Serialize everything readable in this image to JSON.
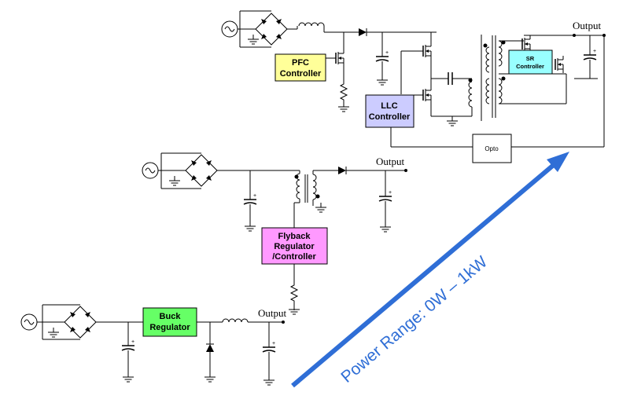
{
  "colors": {
    "pfc": "#ffff99",
    "llc": "#ccccff",
    "sr": "#99ffff",
    "flyback": "#ff99ff",
    "buck": "#66ff66",
    "arrow": "#2f6ed6"
  },
  "icons": [
    "ac-source-icon",
    "bridge-rectifier-icon",
    "inductor-icon",
    "diode-icon",
    "capacitor-icon",
    "mosfet-icon",
    "transformer-icon",
    "ground-icon",
    "resistor-icon"
  ],
  "llc_stage": {
    "pfc_line1": "PFC",
    "pfc_line2": "Controller",
    "llc_line1": "LLC",
    "llc_line2": "Controller",
    "sr_line1": "SR",
    "sr_line2": "Controller",
    "opto": "Opto",
    "output": "Output"
  },
  "flyback_stage": {
    "ctrl_line1": "Flyback",
    "ctrl_line2": "Regulator",
    "ctrl_line3": "/Controller",
    "output": "Output"
  },
  "buck_stage": {
    "ctrl_line1": "Buck",
    "ctrl_line2": "Regulator",
    "output": "Output"
  },
  "power_range": {
    "label": "Power Range: 0W – 1kW"
  }
}
